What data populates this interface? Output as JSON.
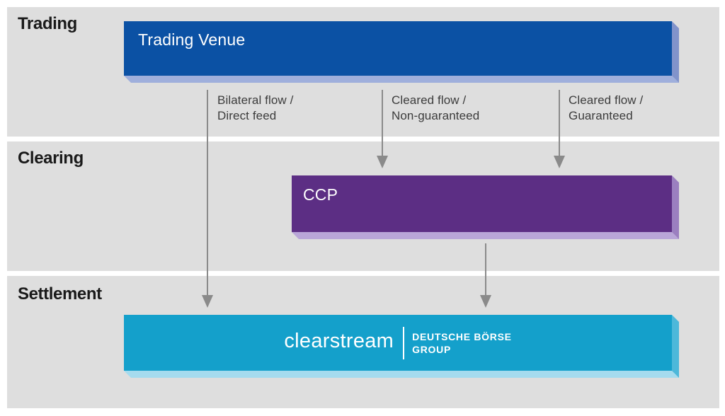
{
  "colors": {
    "page_bg": "#ffffff",
    "band_bg": "#dedede",
    "heading_text": "#1a1a1a",
    "flow_text": "#3c3c3c",
    "arrow": "#8a8a8a",
    "blue": "#0b51a4",
    "blue_bottom": "#9fafdc",
    "blue_right": "#8193cb",
    "purple": "#5c2e84",
    "purple_bottom": "#b9a6d8",
    "purple_right": "#9b7fc0",
    "cyan": "#14a0cb",
    "cyan_bottom": "#a5dbee",
    "cyan_right": "#4db8da"
  },
  "bands": [
    {
      "label": "Trading"
    },
    {
      "label": "Clearing"
    },
    {
      "label": "Settlement"
    }
  ],
  "nodes": {
    "trading_venue": {
      "label": "Trading Venue"
    },
    "ccp": {
      "label": "CCP"
    },
    "settlement": {
      "brand": "clearstream",
      "group_line1": "DEUTSCHE BÖRSE",
      "group_line2": "GROUP"
    }
  },
  "flows": [
    {
      "line1": "Bilateral flow /",
      "line2": "Direct feed"
    },
    {
      "line1": "Cleared flow /",
      "line2": "Non-guaranteed"
    },
    {
      "line1": "Cleared flow /",
      "line2": "Guaranteed"
    }
  ]
}
